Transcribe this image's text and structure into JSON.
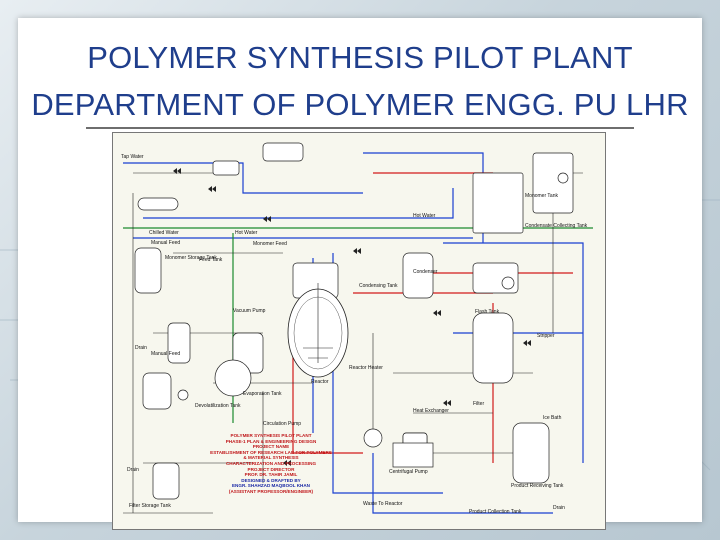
{
  "slide": {
    "title_line1": "POLYMER SYNTHESIS PILOT PLANT",
    "title_line2": "DEPARTMENT OF POLYMER ENGG. PU LHR"
  },
  "diagram": {
    "labels": [
      "Tap Water",
      "Chilled Water",
      "Hot Water",
      "Manual Feed",
      "Monomer Storage Tank",
      "Feed Tank",
      "Monomer Feed",
      "Hot Water",
      "Drain",
      "Manual Feed",
      "Vacuum Pump",
      "Evaporation Tank",
      "Devolatilization Tank",
      "Circulation Pump",
      "Reactor",
      "Reactor Heater",
      "Condensing Tank",
      "Heat Exchanger",
      "Condenser",
      "Condensate Collecting Tank",
      "Monomer Tank",
      "Flash Tank",
      "Stripper",
      "Product Receiving Tank",
      "Filter",
      "Centrifugal Pump",
      "Ice Bath",
      "Drain",
      "Waste To Reactor",
      "Filter Storage Tank",
      "Product Collection Tank",
      "Drain"
    ],
    "credits": [
      "POLYMER SYNTHESIS PILOT PLANT",
      "PHASE-1 PLAN & ENGINEERING DESIGN",
      "PROJECT NAME",
      "ESTABLISHMENT OF RESEARCH LAB FOR POLYMERS",
      "& MATERIAL SYNTHESIS",
      "CHARACTERIZATION AND PROCESSING",
      "PROJECT DIRECTOR",
      "PROF. DR. TAHIR JAMIL",
      "DESIGNED & DRAFTED BY",
      "ENGR. SHAHZAD MAQBOOL KHAN",
      "(ASSISTANT PROFESSOR/ENGINEER)"
    ]
  }
}
